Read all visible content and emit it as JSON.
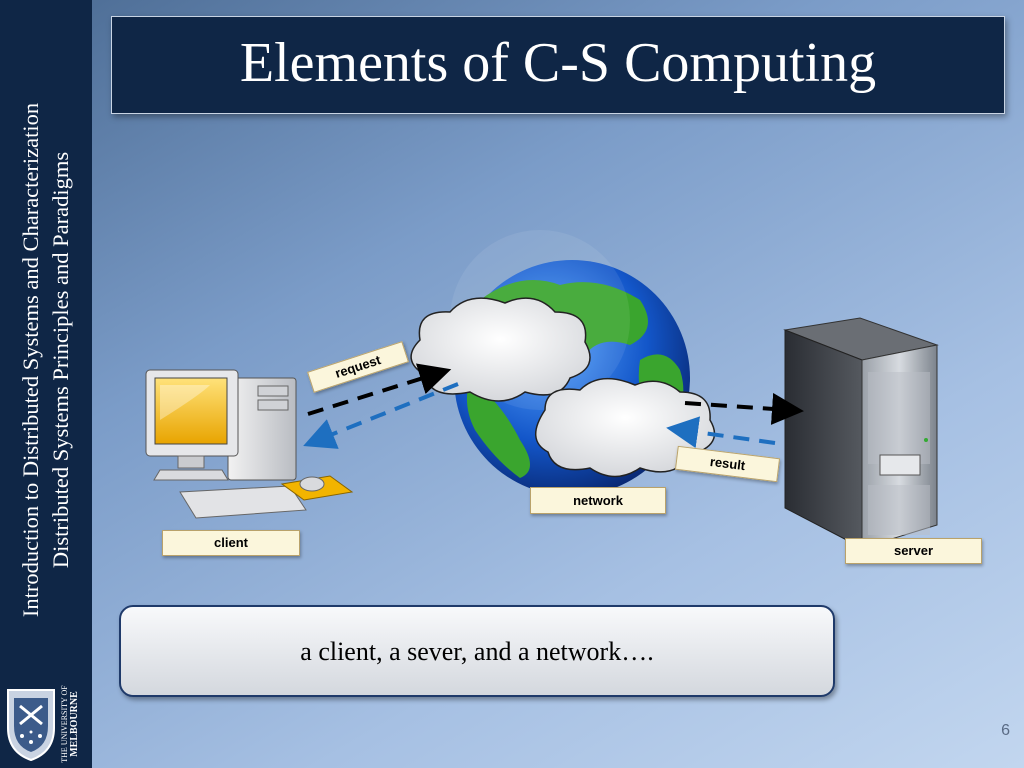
{
  "sidebar": {
    "line1": "Introduction to Distributed Systems and Characterization",
    "line2": "Distributed Systems Principles and Paradigms",
    "logo_line1": "THE UNIVERSITY OF",
    "logo_line2": "MELBOURNE"
  },
  "title": "Elements of C-S Computing",
  "diagram": {
    "client_label": "client",
    "server_label": "server",
    "network_label": "network",
    "request_label": "request",
    "result_label": "result"
  },
  "summary": "a client, a sever, and a network….",
  "page_number": "6",
  "colors": {
    "navy": "#0f2646",
    "label_bg": "#fbf6dc",
    "request_arrow": "#000000",
    "result_arrow": "#1e6fc0"
  }
}
